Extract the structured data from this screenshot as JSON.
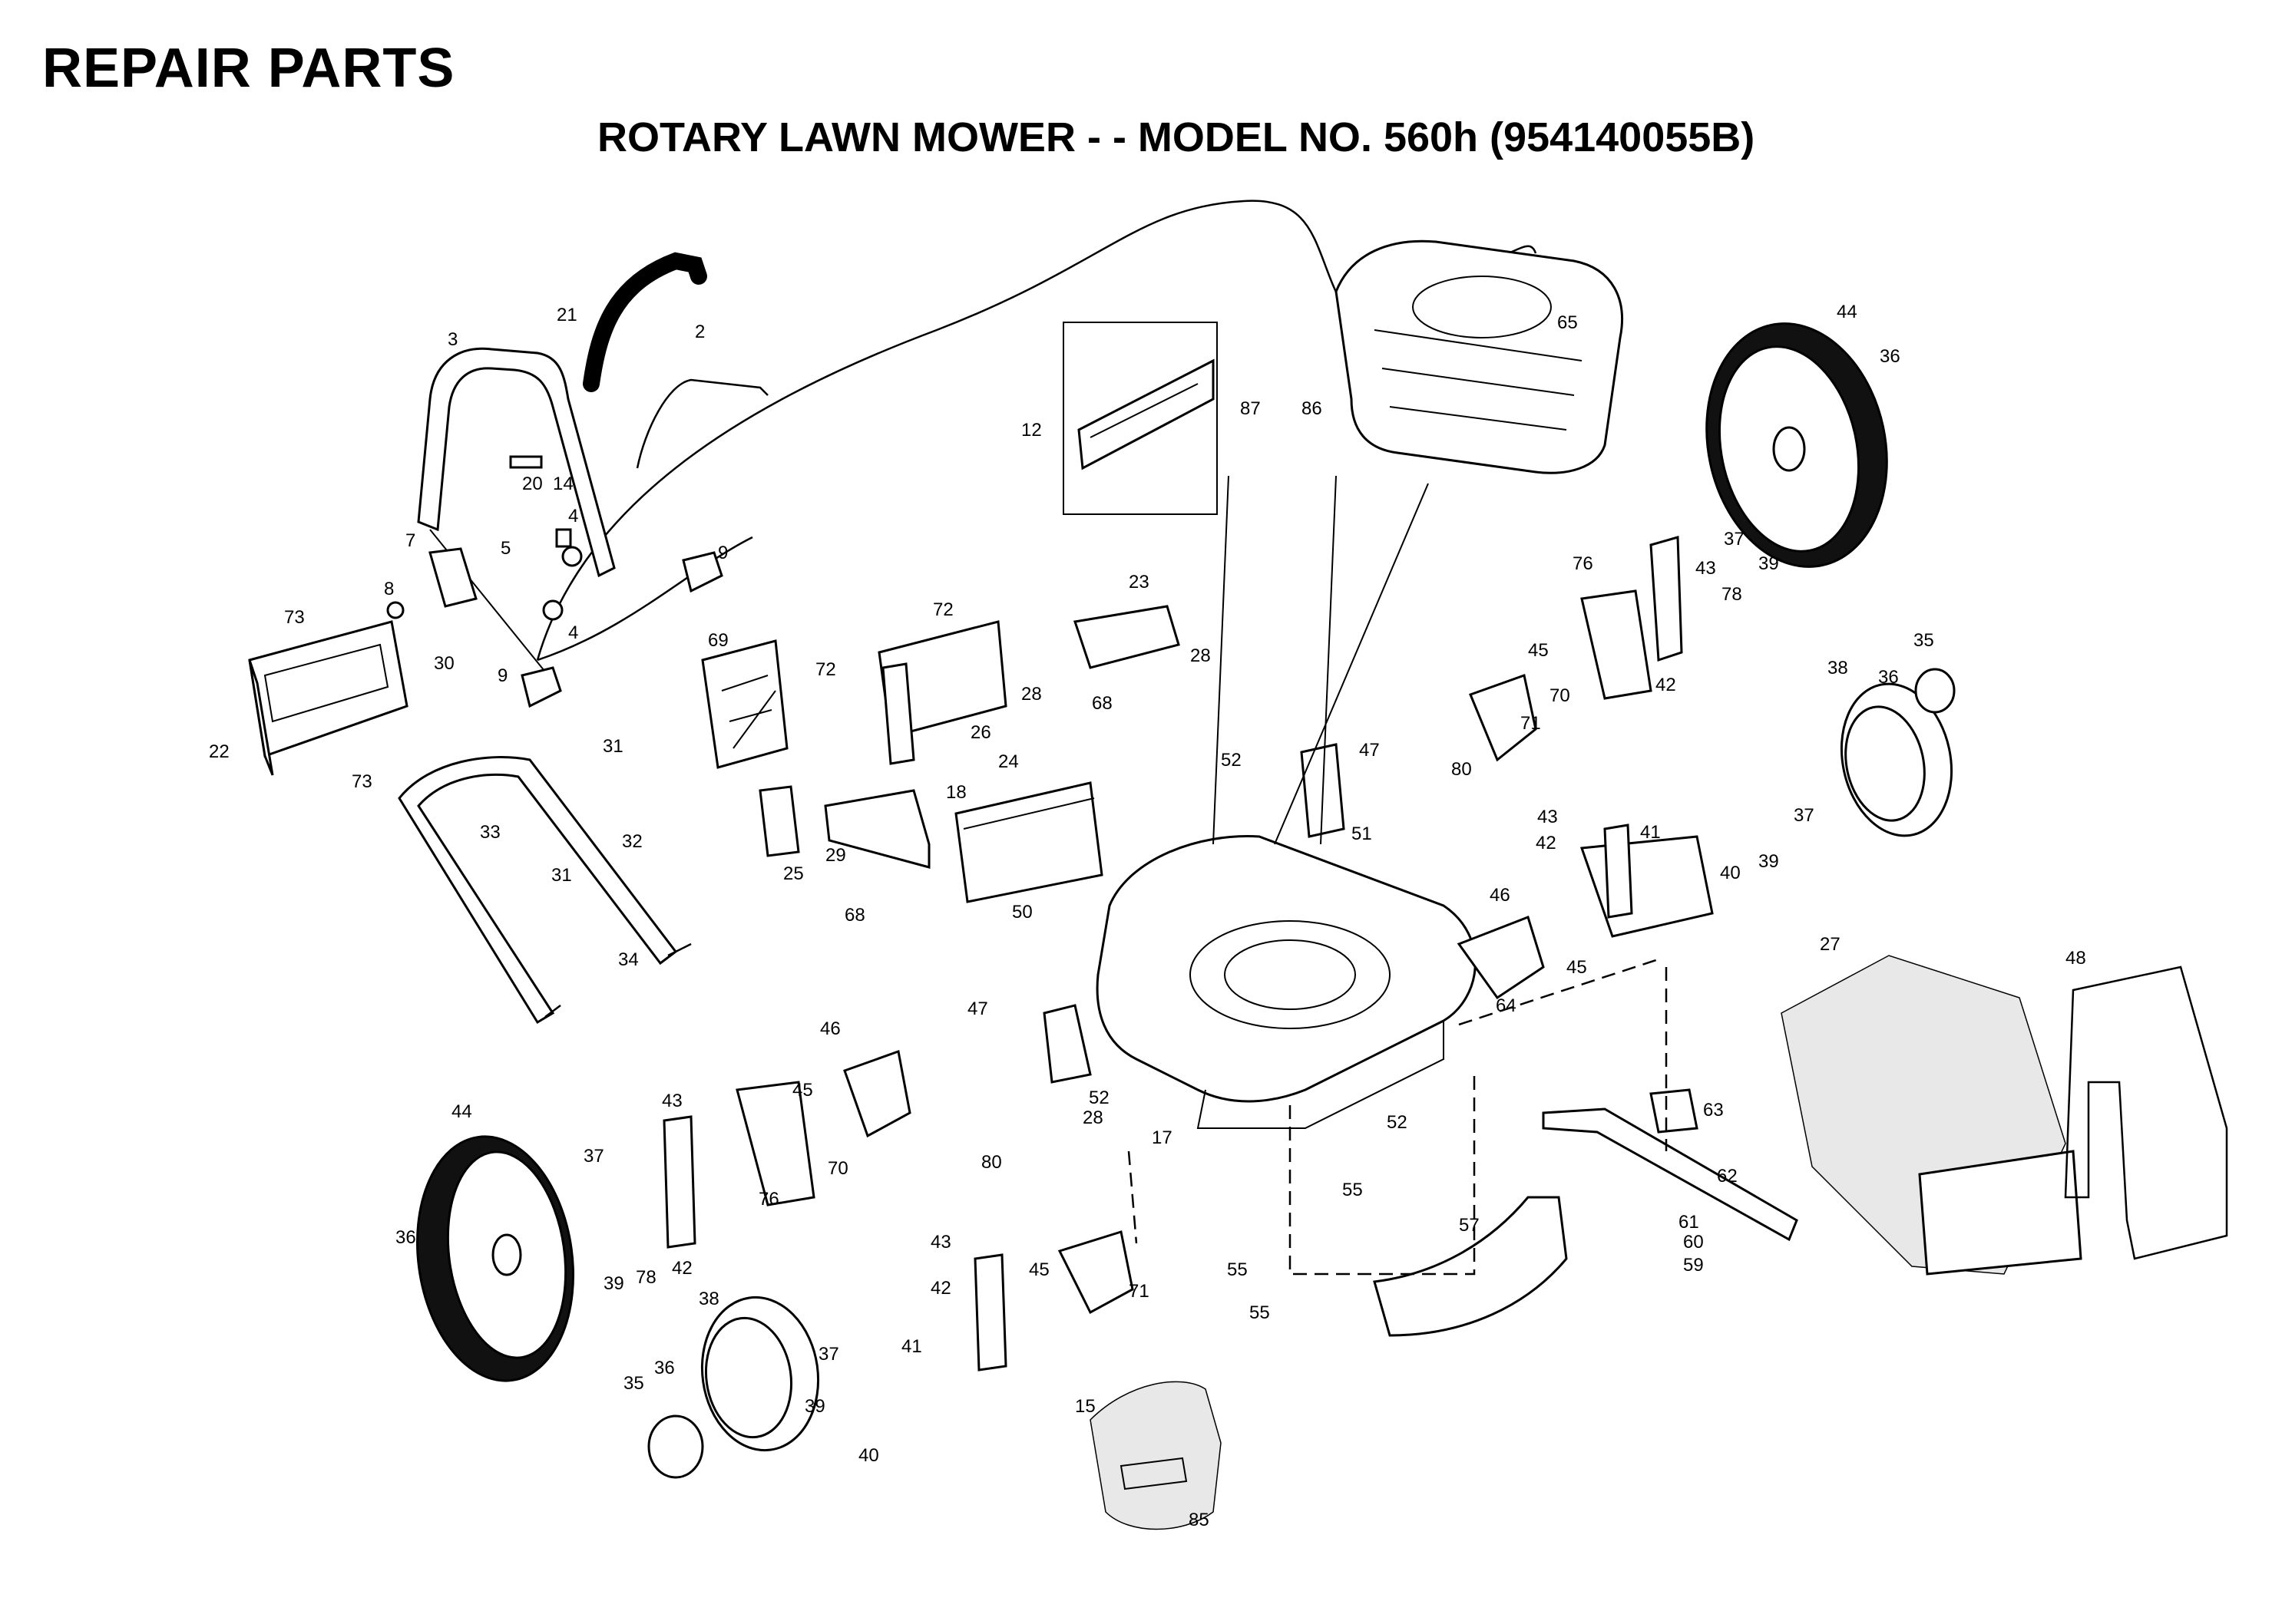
{
  "header": {
    "title": "REPAIR PARTS",
    "subtitle": "ROTARY LAWN MOWER - - MODEL NO. 560h (954140055B)"
  },
  "callouts": [
    {
      "id": "c21",
      "text": "21"
    },
    {
      "id": "c2",
      "text": "2"
    },
    {
      "id": "c3",
      "text": "3"
    },
    {
      "id": "c20",
      "text": "20"
    },
    {
      "id": "c14",
      "text": "14"
    },
    {
      "id": "c4a",
      "text": "4"
    },
    {
      "id": "c5",
      "text": "5"
    },
    {
      "id": "c4b",
      "text": "4"
    },
    {
      "id": "c7",
      "text": "7"
    },
    {
      "id": "c8",
      "text": "8"
    },
    {
      "id": "c9a",
      "text": "9"
    },
    {
      "id": "c9b",
      "text": "9"
    },
    {
      "id": "c30",
      "text": "30"
    },
    {
      "id": "c73a",
      "text": "73"
    },
    {
      "id": "c73b",
      "text": "73"
    },
    {
      "id": "c22",
      "text": "22"
    },
    {
      "id": "c31a",
      "text": "31"
    },
    {
      "id": "c31b",
      "text": "31"
    },
    {
      "id": "c33",
      "text": "33"
    },
    {
      "id": "c32",
      "text": "32"
    },
    {
      "id": "c34",
      "text": "34"
    },
    {
      "id": "c69",
      "text": "69"
    },
    {
      "id": "c72a",
      "text": "72"
    },
    {
      "id": "c72b",
      "text": "72"
    },
    {
      "id": "c26",
      "text": "26"
    },
    {
      "id": "c23",
      "text": "23"
    },
    {
      "id": "c28a",
      "text": "28"
    },
    {
      "id": "c28b",
      "text": "28"
    },
    {
      "id": "c12",
      "text": "12"
    },
    {
      "id": "c87",
      "text": "87"
    },
    {
      "id": "c86",
      "text": "86"
    },
    {
      "id": "c65",
      "text": "65"
    },
    {
      "id": "c44a",
      "text": "44"
    },
    {
      "id": "c36a",
      "text": "36"
    },
    {
      "id": "c37a",
      "text": "37"
    },
    {
      "id": "c43a",
      "text": "43"
    },
    {
      "id": "c39a",
      "text": "39"
    },
    {
      "id": "c76a",
      "text": "76"
    },
    {
      "id": "c78a",
      "text": "78"
    },
    {
      "id": "c42a",
      "text": "42"
    },
    {
      "id": "c45a",
      "text": "45"
    },
    {
      "id": "c70a",
      "text": "70"
    },
    {
      "id": "c71a",
      "text": "71"
    },
    {
      "id": "c38a",
      "text": "38"
    },
    {
      "id": "c35a",
      "text": "35"
    },
    {
      "id": "c36b",
      "text": "36"
    },
    {
      "id": "c37b",
      "text": "37"
    },
    {
      "id": "c68a",
      "text": "68"
    },
    {
      "id": "c18",
      "text": "18"
    },
    {
      "id": "c24",
      "text": "24"
    },
    {
      "id": "c25",
      "text": "25"
    },
    {
      "id": "c29",
      "text": "29"
    },
    {
      "id": "c68b",
      "text": "68"
    },
    {
      "id": "c52a",
      "text": "52"
    },
    {
      "id": "c47a",
      "text": "47"
    },
    {
      "id": "c80a",
      "text": "80"
    },
    {
      "id": "c51",
      "text": "51"
    },
    {
      "id": "c43b",
      "text": "43"
    },
    {
      "id": "c42b",
      "text": "42"
    },
    {
      "id": "c41a",
      "text": "41"
    },
    {
      "id": "c39b",
      "text": "39"
    },
    {
      "id": "c40a",
      "text": "40"
    },
    {
      "id": "c46a",
      "text": "46"
    },
    {
      "id": "c45b",
      "text": "45"
    },
    {
      "id": "c50",
      "text": "50"
    },
    {
      "id": "c64",
      "text": "64"
    },
    {
      "id": "c27",
      "text": "27"
    },
    {
      "id": "c48",
      "text": "48"
    },
    {
      "id": "c47b",
      "text": "47"
    },
    {
      "id": "c46b",
      "text": "46"
    },
    {
      "id": "c52b",
      "text": "52"
    },
    {
      "id": "c28c",
      "text": "28"
    },
    {
      "id": "c17",
      "text": "17"
    },
    {
      "id": "c52c",
      "text": "52"
    },
    {
      "id": "c63",
      "text": "63"
    },
    {
      "id": "c44b",
      "text": "44"
    },
    {
      "id": "c43c",
      "text": "43"
    },
    {
      "id": "c45c",
      "text": "45"
    },
    {
      "id": "c70b",
      "text": "70"
    },
    {
      "id": "c37c",
      "text": "37"
    },
    {
      "id": "c76b",
      "text": "76"
    },
    {
      "id": "c80b",
      "text": "80"
    },
    {
      "id": "c36c",
      "text": "36"
    },
    {
      "id": "c42c",
      "text": "42"
    },
    {
      "id": "c39c",
      "text": "39"
    },
    {
      "id": "c78b",
      "text": "78"
    },
    {
      "id": "c55a",
      "text": "55"
    },
    {
      "id": "c62",
      "text": "62"
    },
    {
      "id": "c61",
      "text": "61"
    },
    {
      "id": "c60",
      "text": "60"
    },
    {
      "id": "c59",
      "text": "59"
    },
    {
      "id": "c57",
      "text": "57"
    },
    {
      "id": "c55b",
      "text": "55"
    },
    {
      "id": "c55c",
      "text": "55"
    },
    {
      "id": "c43d",
      "text": "43"
    },
    {
      "id": "c42d",
      "text": "42"
    },
    {
      "id": "c45d",
      "text": "45"
    },
    {
      "id": "c71b",
      "text": "71"
    },
    {
      "id": "c38b",
      "text": "38"
    },
    {
      "id": "c37d",
      "text": "37"
    },
    {
      "id": "c41b",
      "text": "41"
    },
    {
      "id": "c35b",
      "text": "35"
    },
    {
      "id": "c36d",
      "text": "36"
    },
    {
      "id": "c39d",
      "text": "39"
    },
    {
      "id": "c40b",
      "text": "40"
    },
    {
      "id": "c15",
      "text": "15"
    },
    {
      "id": "c85",
      "text": "85"
    }
  ]
}
